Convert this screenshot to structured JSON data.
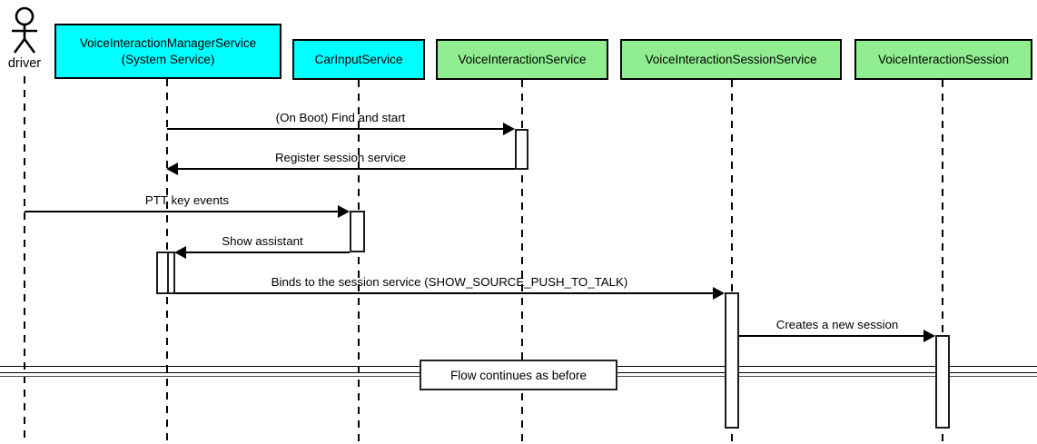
{
  "diagram_type": "uml-sequence-diagram",
  "actor": {
    "name": "driver"
  },
  "participants": [
    {
      "name": "VoiceInteractionManagerService",
      "subtitle": "(System Service)",
      "fill": "#00ffff"
    },
    {
      "name": "CarInputService",
      "subtitle": "",
      "fill": "#00ffff"
    },
    {
      "name": "VoiceInteractionService",
      "subtitle": "",
      "fill": "#90ee90"
    },
    {
      "name": "VoiceInteractionSessionService",
      "subtitle": "",
      "fill": "#90ee90"
    },
    {
      "name": "VoiceInteractionSession",
      "subtitle": "",
      "fill": "#90ee90"
    }
  ],
  "messages": [
    {
      "label": "(On Boot) Find and start",
      "from": "VoiceInteractionManagerService",
      "to": "VoiceInteractionService"
    },
    {
      "label": "Register session service",
      "from": "VoiceInteractionService",
      "to": "VoiceInteractionManagerService"
    },
    {
      "label": "PTT key events",
      "from": "driver",
      "to": "CarInputService"
    },
    {
      "label": "Show assistant",
      "from": "CarInputService",
      "to": "VoiceInteractionManagerService"
    },
    {
      "label": "Binds to the session service (SHOW_SOURCE_PUSH_TO_TALK)",
      "from": "VoiceInteractionManagerService",
      "to": "VoiceInteractionSessionService"
    },
    {
      "label": "Creates a new session",
      "from": "VoiceInteractionSessionService",
      "to": "VoiceInteractionSession"
    }
  ],
  "divider": {
    "label": "Flow continues as before"
  },
  "colors": {
    "participant_system": "#00ffff",
    "participant_service": "#90ee90",
    "line": "#000000",
    "background": "#ffffff"
  }
}
